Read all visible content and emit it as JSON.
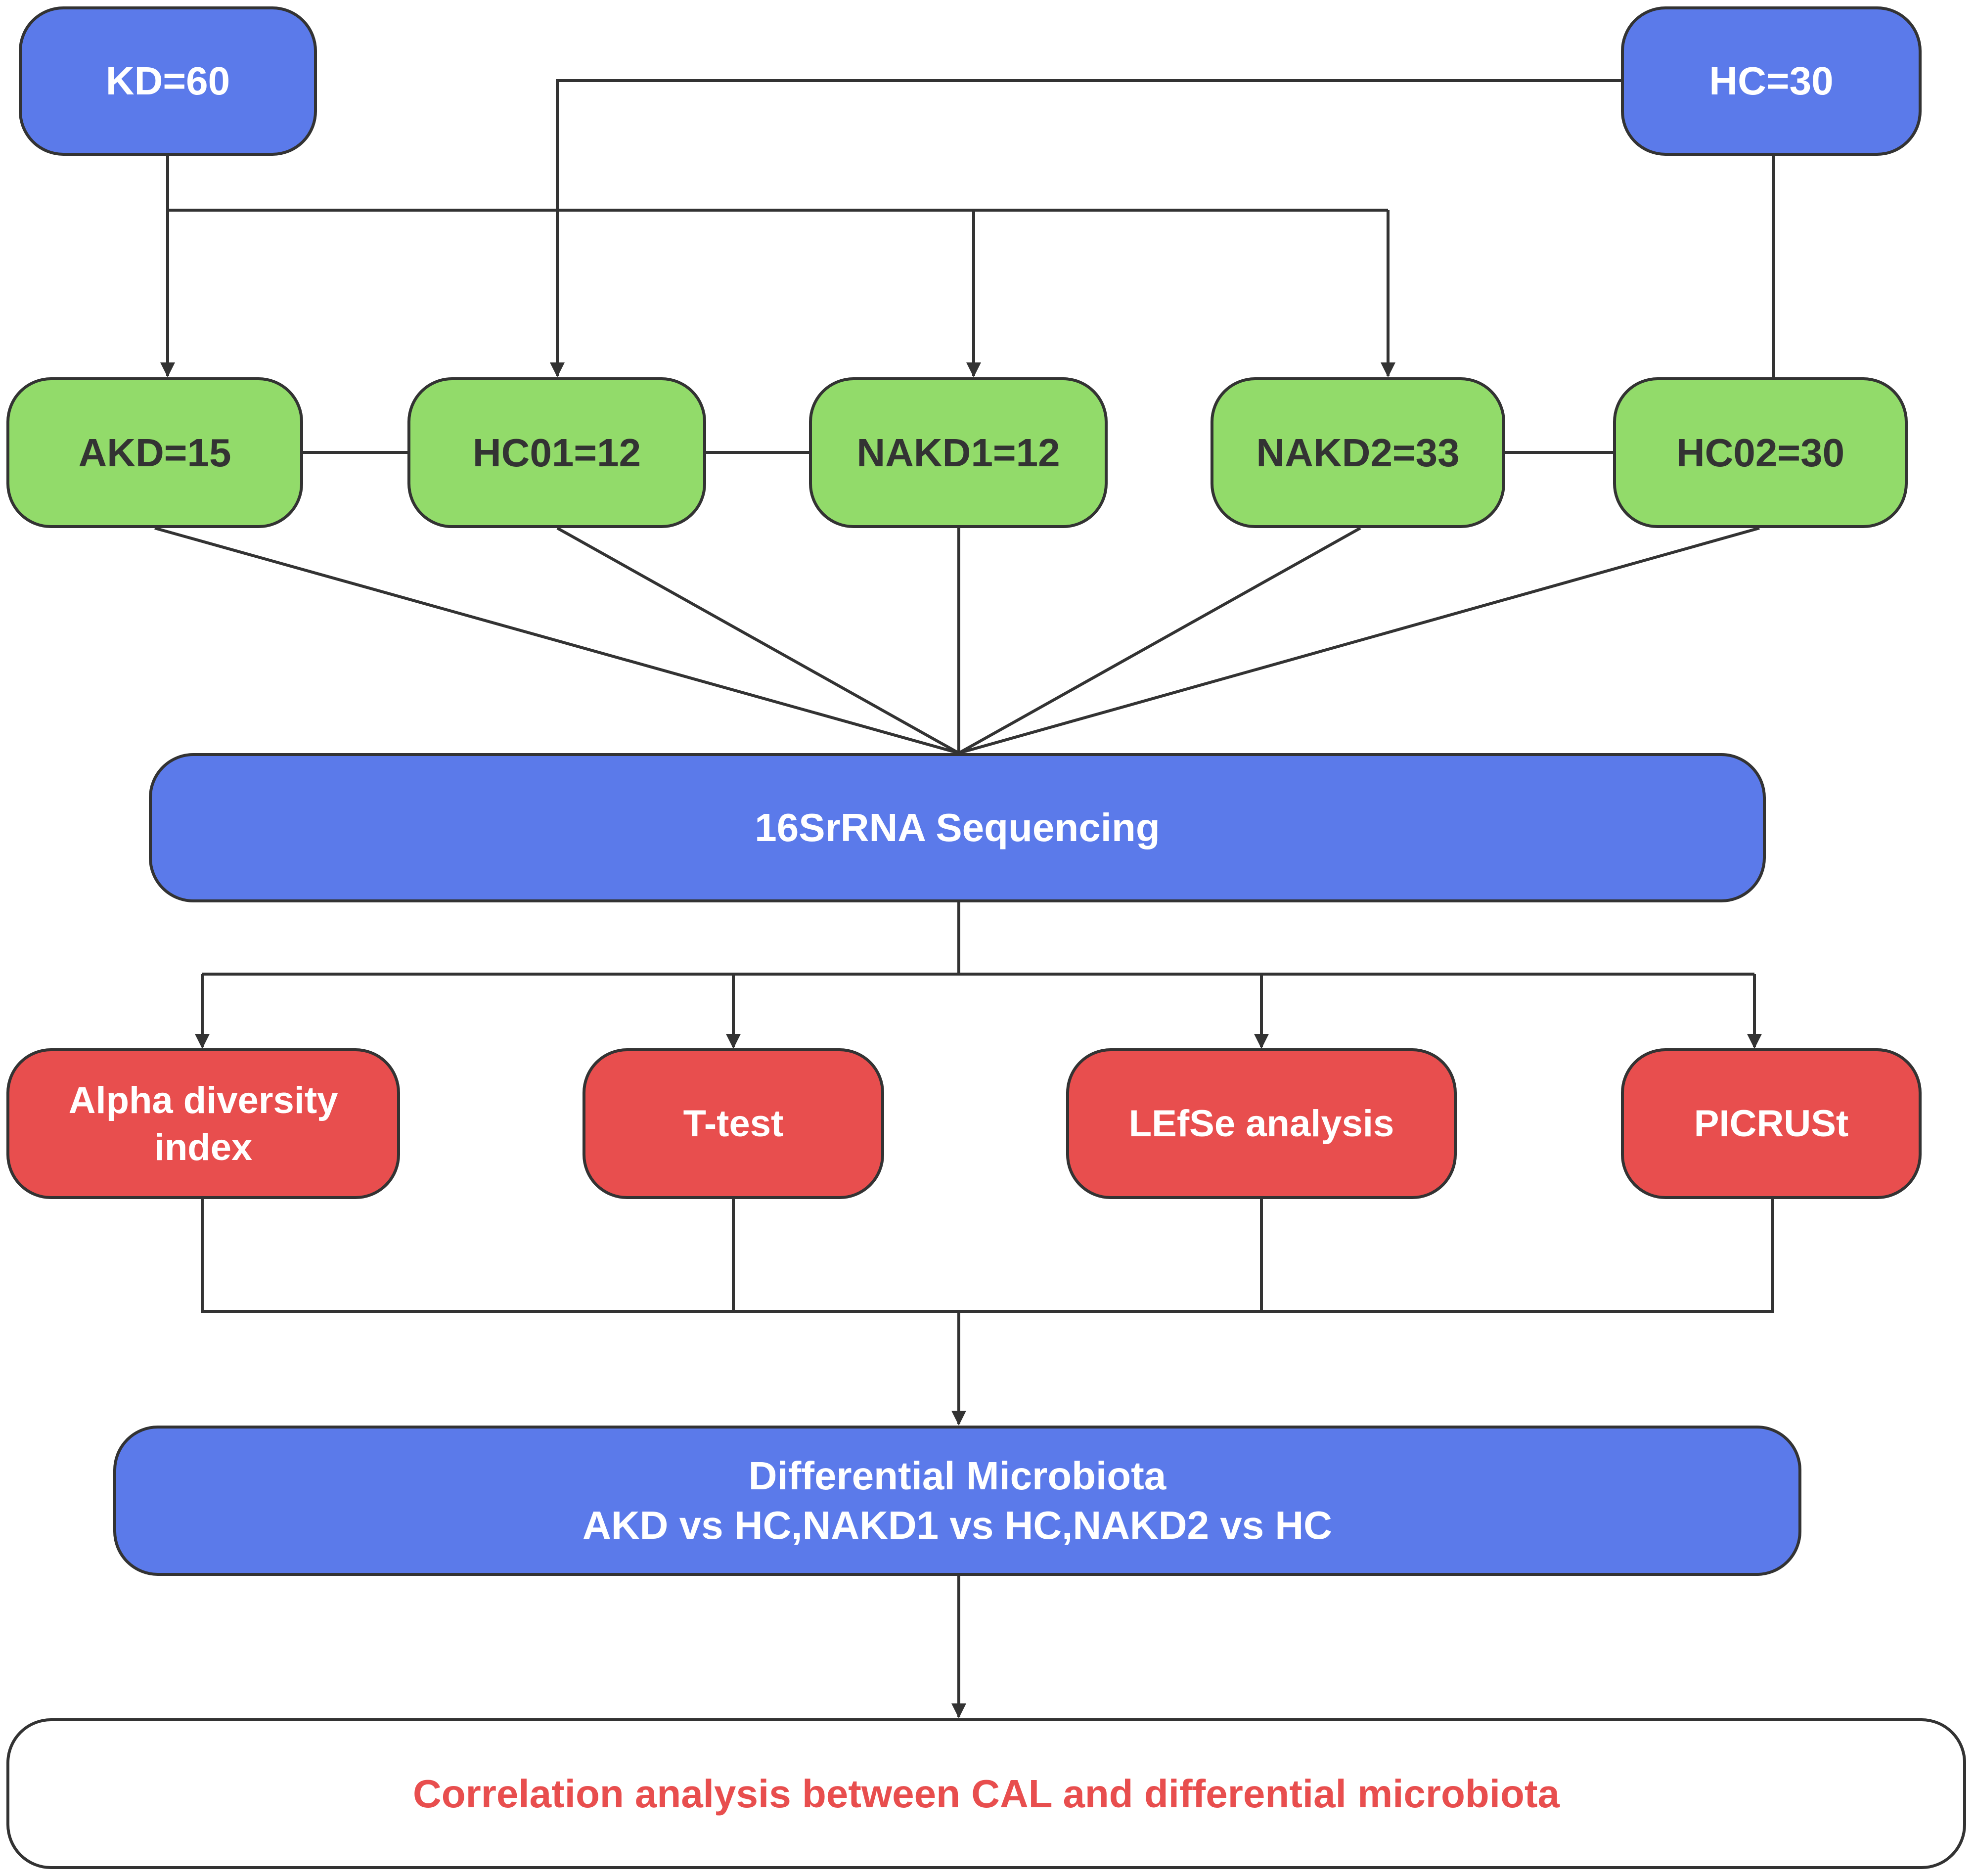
{
  "colors": {
    "blue": "#5B7AEA",
    "green": "#92DB6A",
    "red": "#E84E4E",
    "line": "#333333",
    "final_text": "#E84E4E"
  },
  "sources": {
    "kd": "KD=60",
    "hc": "HC=30"
  },
  "groups": {
    "akd": "AKD=15",
    "hc01": "HC01=12",
    "nakd1": "NAKD1=12",
    "nakd2": "NAKD2=33",
    "hc02": "HC02=30"
  },
  "sequencing": "16SrRNA Sequencing",
  "analyses": {
    "alpha": "Alpha diversity\nindex",
    "ttest": "T-test",
    "lefse": "LEfSe analysis",
    "picrust": "PICRUSt"
  },
  "differential": "Differential Microbiota\nAKD vs HC,NAKD1 vs HC,NAKD2 vs HC",
  "correlation": "Correlation analysis between CAL and differential microbiota"
}
